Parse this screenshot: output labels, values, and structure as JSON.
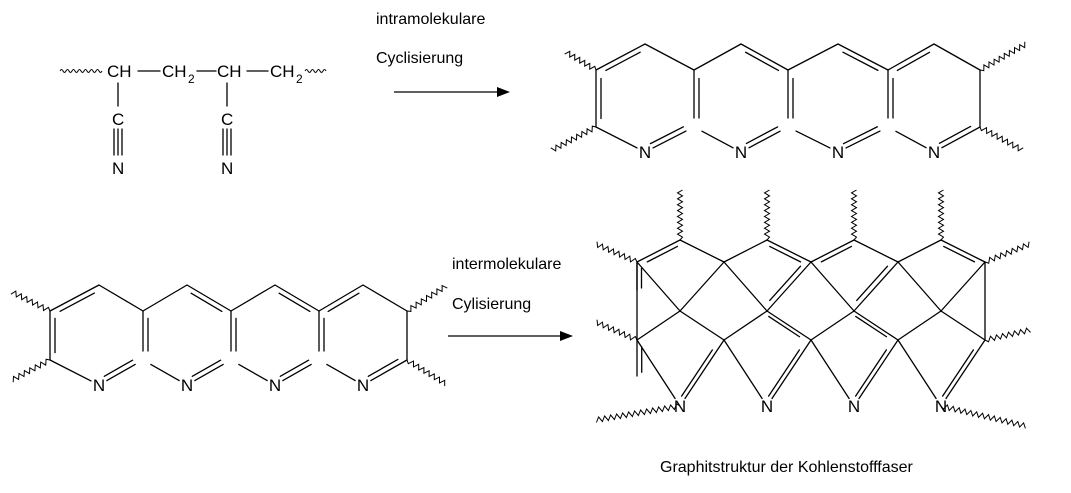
{
  "scheme": {
    "polymer": {
      "ch_1": "CH",
      "ch2_1": "CH",
      "ch2_1_sub": "2",
      "ch_2": "CH",
      "ch2_2": "CH",
      "ch2_2_sub": "2",
      "c_1": "C",
      "n_1": "N",
      "c_2": "C",
      "n_2": "N"
    },
    "step1": {
      "label_line1": "intramolekulare",
      "label_line2": "Cyclisierung"
    },
    "step2": {
      "label_line1": "intermolekulare",
      "label_line2": "Cylisierung"
    },
    "ring_nitrogen": "N",
    "graphite_caption": "Graphitstruktur der Kohlenstofffaser"
  }
}
